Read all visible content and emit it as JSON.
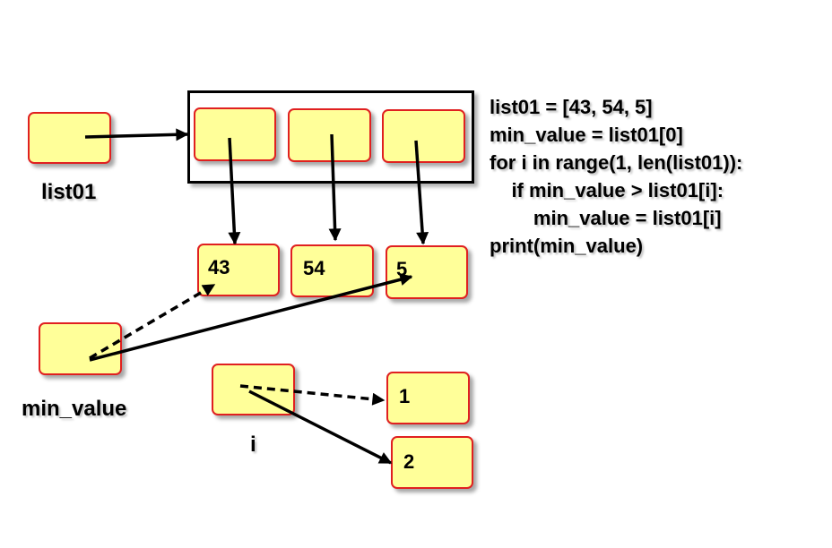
{
  "variables": {
    "list01": "list01",
    "min_value": "min_value",
    "i": "i"
  },
  "values": {
    "v43": "43",
    "v54": "54",
    "v5": "5",
    "v1": "1",
    "v2": "2"
  },
  "code": [
    "list01 = [43, 54, 5]",
    "min_value = list01[0]",
    "for i in range(1, len(list01)):",
    "    if min_value > list01[i]:",
    "        min_value = list01[i]",
    "print(min_value)"
  ],
  "colors": {
    "box_fill": "#ffff99",
    "box_border": "#e02020",
    "arrow": "#000000"
  }
}
